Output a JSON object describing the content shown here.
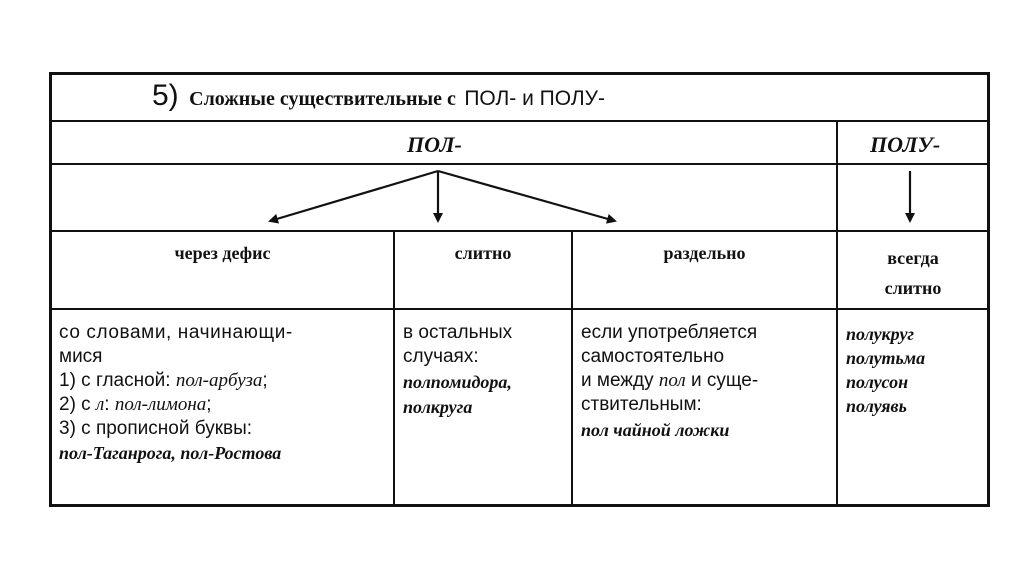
{
  "title": {
    "number": "5)",
    "main": "Сложные существительные с",
    "prefixes": "ПОЛ- и ПОЛУ-"
  },
  "headers": {
    "pol": "ПОЛ-",
    "polu": "ПОЛУ-"
  },
  "columns": [
    {
      "header": [
        "через дефис"
      ]
    },
    {
      "header": [
        "слитно"
      ]
    },
    {
      "header": [
        "раздельно"
      ]
    },
    {
      "header": [
        "всегда",
        "слитно"
      ]
    }
  ],
  "cells": {
    "hyphen": {
      "intro1": "со словами, начинающи-",
      "intro2": "мися",
      "r1_prefix": "1) с гласной: ",
      "r1_ex": "пол-арбуза",
      "r1_suffix": ";",
      "r2_prefix": "2) с ",
      "r2_letter": "л",
      "r2_mid": ": ",
      "r2_ex": "пол-лимона",
      "r2_suffix": ";",
      "r3": "3) с прописной буквы:",
      "r3_ex": "пол-Таганрога, пол-Ростова"
    },
    "together": {
      "l1": "в остальных",
      "l2": "случаях:",
      "ex1": "полпомидора,",
      "ex2": "полкруга"
    },
    "separate": {
      "l1": "если употребляется",
      "l2": "самостоятельно",
      "l3_a": "и между ",
      "l3_pol": "пол",
      "l3_b": " и суще-",
      "l4": "ствительным:",
      "ex": "пол чайной ложки"
    },
    "always": {
      "ex": [
        "полукруг",
        "полутьма",
        "полусон",
        "полуявь"
      ]
    }
  }
}
